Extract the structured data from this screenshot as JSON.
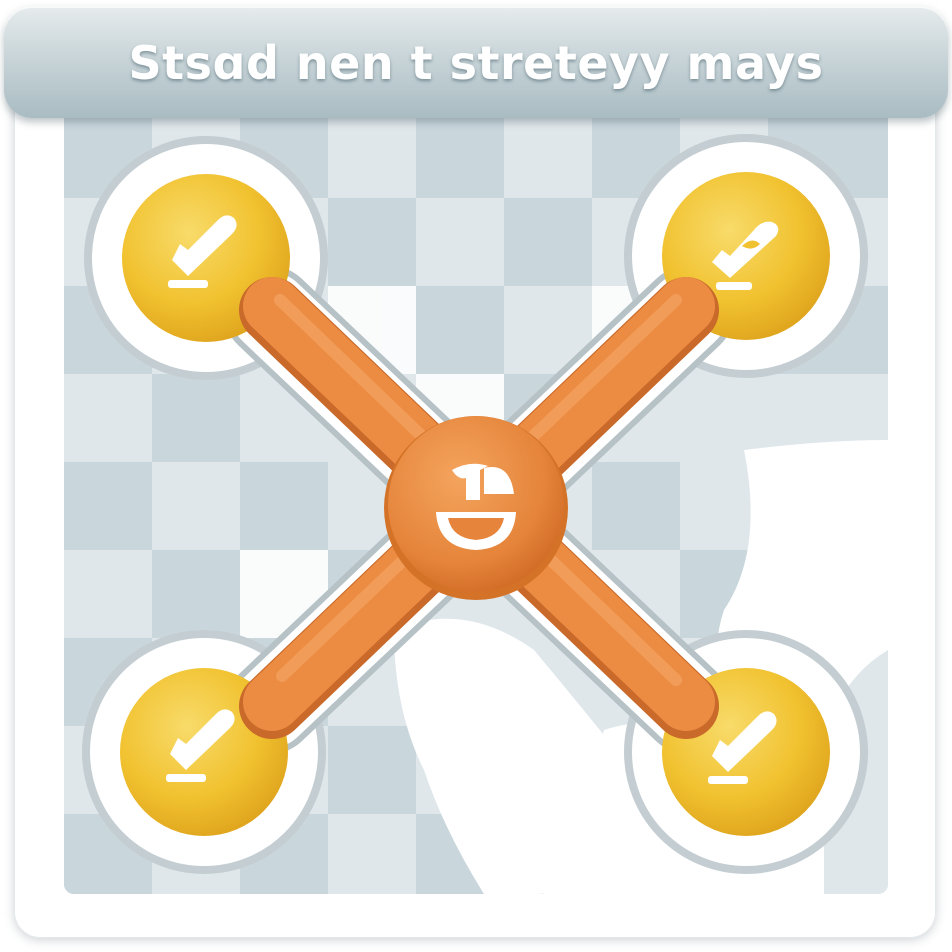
{
  "banner": {
    "title": "Stsɑd nen t streteyy mays"
  },
  "colors": {
    "banner_top": "#e7eced",
    "banner_bottom": "#a9bcc2",
    "tile_dark": "#c5d3d9",
    "tile_light": "#ffffff",
    "hub_orange": "#e8863a",
    "node_yellow": "#f2c335",
    "ring_gray": "#c6d0d3"
  },
  "nodes": [
    {
      "name": "node-top-left",
      "icon": "check-pencil-icon"
    },
    {
      "name": "node-top-right",
      "icon": "check-tag-icon"
    },
    {
      "name": "node-bottom-left",
      "icon": "check-pencil-icon"
    },
    {
      "name": "node-bottom-right",
      "icon": "check-pencil-icon"
    }
  ],
  "hub": {
    "icon": "number-one-person-icon"
  }
}
